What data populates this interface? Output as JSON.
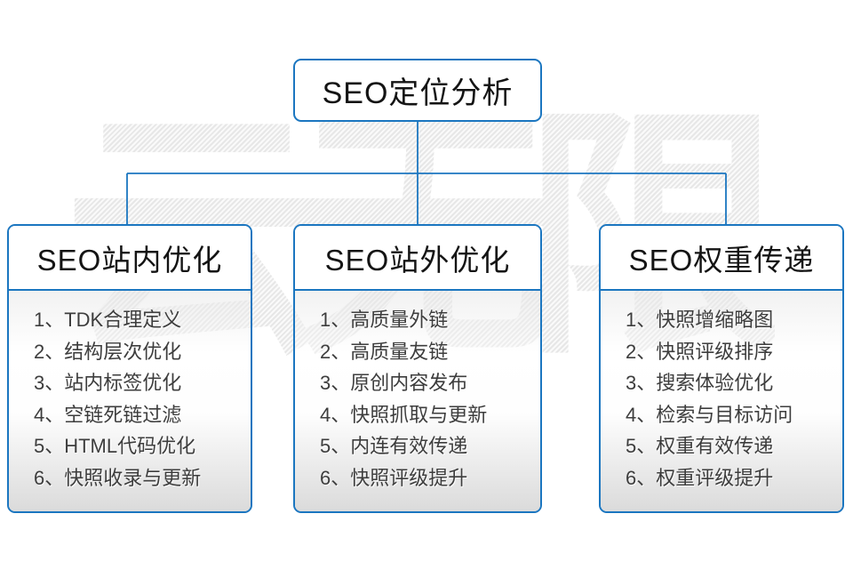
{
  "diagram": {
    "watermark": "云无限",
    "root": {
      "title": "SEO定位分析"
    },
    "columns": [
      {
        "title": "SEO站内优化",
        "items": [
          "1、TDK合理定义",
          "2、结构层次优化",
          "3、站内标签优化",
          "4、空链死链过滤",
          "5、HTML代码优化",
          "6、快照收录与更新"
        ]
      },
      {
        "title": "SEO站外优化",
        "items": [
          "1、高质量外链",
          "2、高质量友链",
          "3、原创内容发布",
          "4、快照抓取与更新",
          "5、内连有效传递",
          "6、快照评级提升"
        ]
      },
      {
        "title": "SEO权重传递",
        "items": [
          "1、快照增缩略图",
          "2、快照评级排序",
          "3、搜索体验优化",
          "4、检索与目标访问",
          "5、权重有效传递",
          "6、权重评级提升"
        ]
      }
    ],
    "colors": {
      "accent_blue": "#1b76c0",
      "header_text": "#141414",
      "list_text": "#3d3d3d",
      "watermark_gray": "#ececec",
      "body_gradient_bottom": "#d5d5d5"
    }
  }
}
